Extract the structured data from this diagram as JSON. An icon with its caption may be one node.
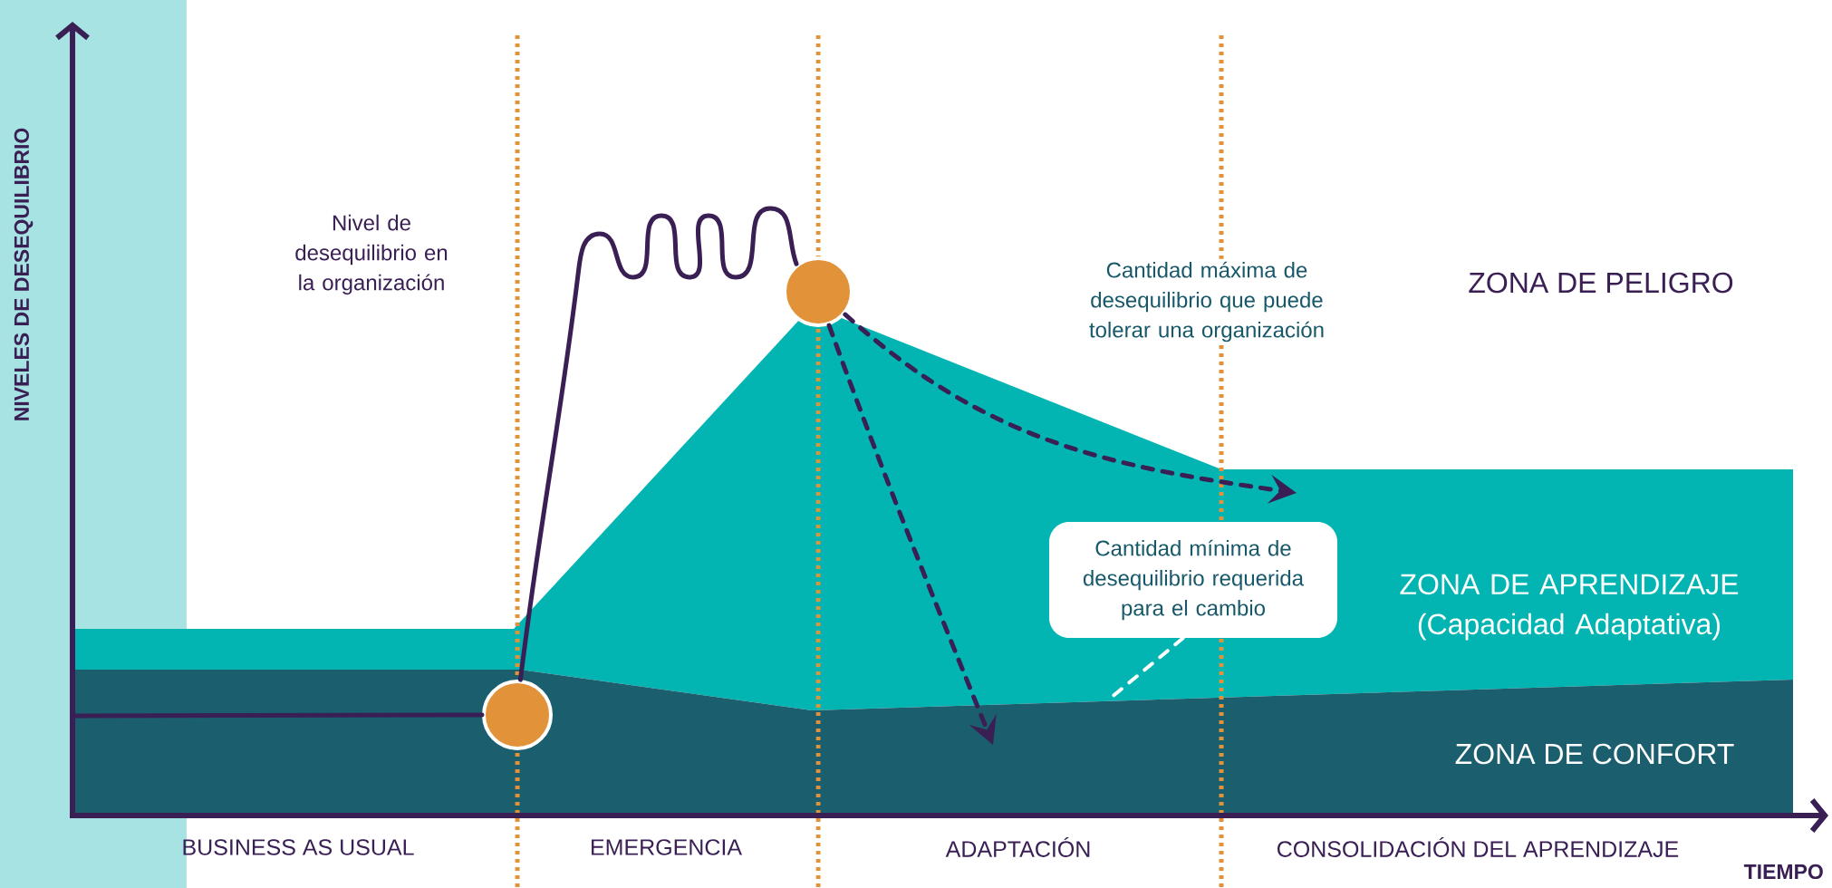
{
  "diagram": {
    "nodes": [
      {
        "text": [],
        "shape": "circle"
      },
      {
        "text": [],
        "shape": "circle"
      },
      {
        "text": [
          "Cantidad mínima de desequilibrio requerida para el cambio"
        ]
      }
    ],
    "edges": [
      {
        "from": null,
        "to": 0,
        "arrow": "none"
      },
      {
        "from": 0,
        "to": 1,
        "arrow": "none"
      },
      {
        "from": 1,
        "to": null,
        "arrow": "to",
        "style": "dashed"
      },
      {
        "from": 1,
        "to": null,
        "arrow": "to",
        "style": "dashed"
      },
      {
        "from": 2,
        "to": null,
        "arrow": "none",
        "style": "dashed",
        "color": "#ffffff"
      }
    ],
    "labels": [
      "NIVELES DE DESEQUILIBRIO",
      "Nivel de desequilibrio en la organización",
      "Cantidad máxima de desequilibrio que puede tolerar una organización",
      "ZONA DE PELIGRO",
      "ZONA DE APRENDIZAJE (Capacidad Adaptativa)",
      "ZONA DE CONFORT",
      "BUSINESS AS USUAL",
      "EMERGENCIA",
      "ADAPTACIÓN",
      "CONSOLIDACIÓN DEL APRENDIZAJE",
      "TIEMPO"
    ]
  }
}
